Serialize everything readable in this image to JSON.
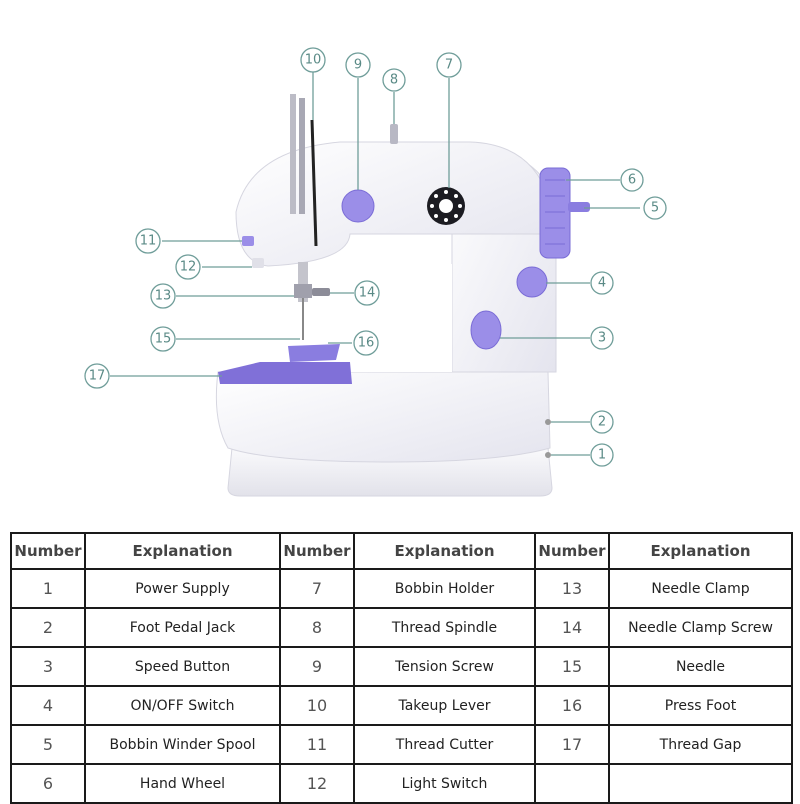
{
  "diagram": {
    "callouts": [
      "1",
      "2",
      "3",
      "4",
      "5",
      "6",
      "7",
      "8",
      "9",
      "10",
      "11",
      "12",
      "13",
      "14",
      "15",
      "16",
      "17"
    ],
    "colors": {
      "accent": "#9b8ee8",
      "accent_dark": "#6f5fd0",
      "leader": "#6f9d99",
      "body": "#f2f2f6"
    }
  },
  "table": {
    "headers": [
      "Number",
      "Explanation",
      "Number",
      "Explanation",
      "Number",
      "Explanation"
    ],
    "rows": [
      [
        "1",
        "Power Supply",
        "7",
        "Bobbin Holder",
        "13",
        "Needle Clamp"
      ],
      [
        "2",
        "Foot Pedal Jack",
        "8",
        "Thread Spindle",
        "14",
        "Needle Clamp Screw"
      ],
      [
        "3",
        "Speed Button",
        "9",
        "Tension Screw",
        "15",
        "Needle"
      ],
      [
        "4",
        "ON/OFF Switch",
        "10",
        "Takeup Lever",
        "16",
        "Press Foot"
      ],
      [
        "5",
        "Bobbin Winder Spool",
        "11",
        "Thread Cutter",
        "17",
        "Thread Gap"
      ],
      [
        "6",
        "Hand Wheel",
        "12",
        "Light Switch",
        "",
        ""
      ]
    ]
  }
}
